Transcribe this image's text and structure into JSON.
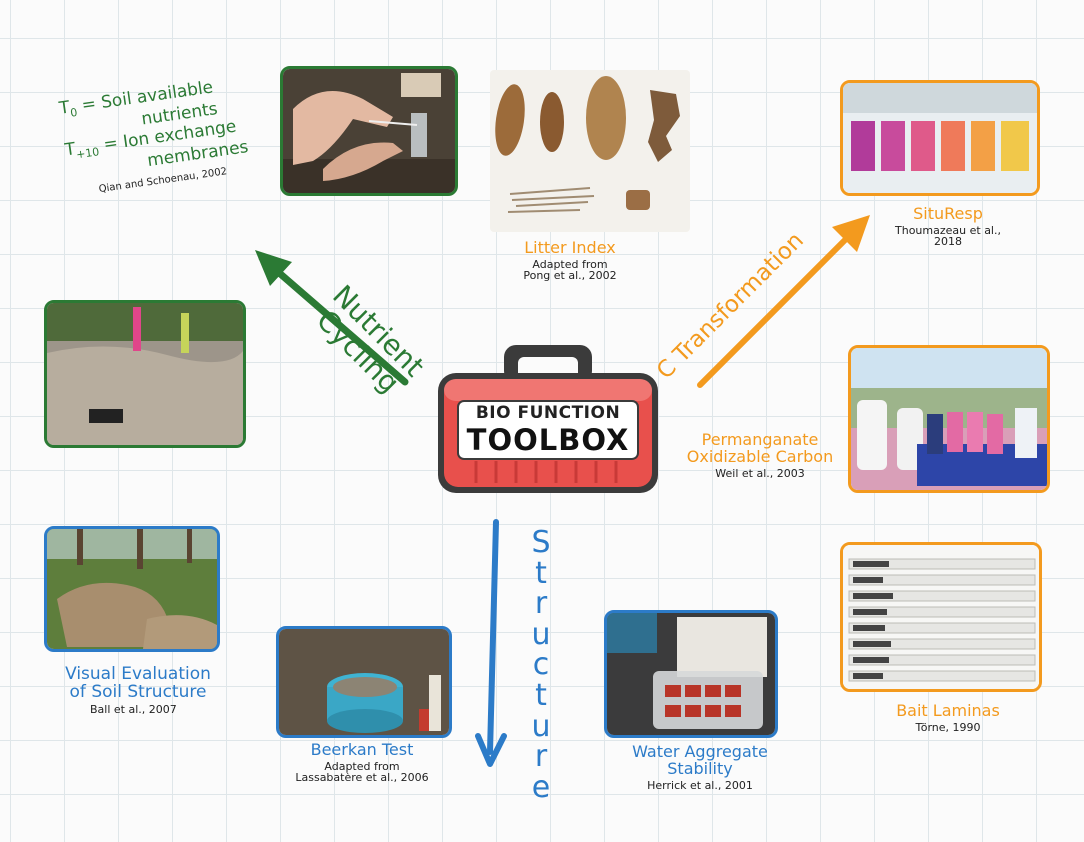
{
  "center": {
    "line1": "BIO FUNCTION",
    "line2": "TOOLBOX"
  },
  "arrows": {
    "nutrient": {
      "line1": "Nutrient",
      "line2": "Cycling",
      "color": "#2b7a34"
    },
    "carbon": {
      "label": "C Transformation",
      "color": "#f39a1e"
    },
    "structure": {
      "letters": [
        "S",
        "t",
        "r",
        "u",
        "c",
        "t",
        "u",
        "r",
        "e"
      ],
      "color": "#2c7bc8"
    }
  },
  "nutrient_text": {
    "t0_sub": "0",
    "t0_rest": "= Soil available",
    "t0_line2": "nutrients",
    "t10_sub": "+10",
    "t10_rest": "= Ion exchange",
    "t10_line2": "membranes",
    "citation": "Qian and Schoenau, 2002"
  },
  "items": {
    "litter": {
      "title": "Litter Index",
      "cite1": "Adapted from",
      "cite2": "Pong et al., 2002"
    },
    "situresp": {
      "title": "SituResp",
      "cite1": "Thoumazeau et al.,",
      "cite2": "2018"
    },
    "permanganate": {
      "title1": "Permanganate",
      "title2": "Oxidizable Carbon",
      "cite": "Weil et al., 2003"
    },
    "bait": {
      "title": "Bait Laminas",
      "cite": "Törne, 1990"
    },
    "vess": {
      "title1": "Visual Evaluation",
      "title2": "of Soil Structure",
      "cite": "Ball et al., 2007"
    },
    "beerkan": {
      "title": "Beerkan Test",
      "cite1": "Adapted from",
      "cite2": "Lassabatère et al., 2006"
    },
    "water": {
      "title1": "Water Aggregate",
      "title2": "Stability",
      "cite": "Herrick et al., 2001"
    }
  },
  "colors": {
    "green": "#2b7a34",
    "orange": "#f39a1e",
    "blue": "#2c7bc8",
    "toolbox_red": "#e8504c"
  }
}
